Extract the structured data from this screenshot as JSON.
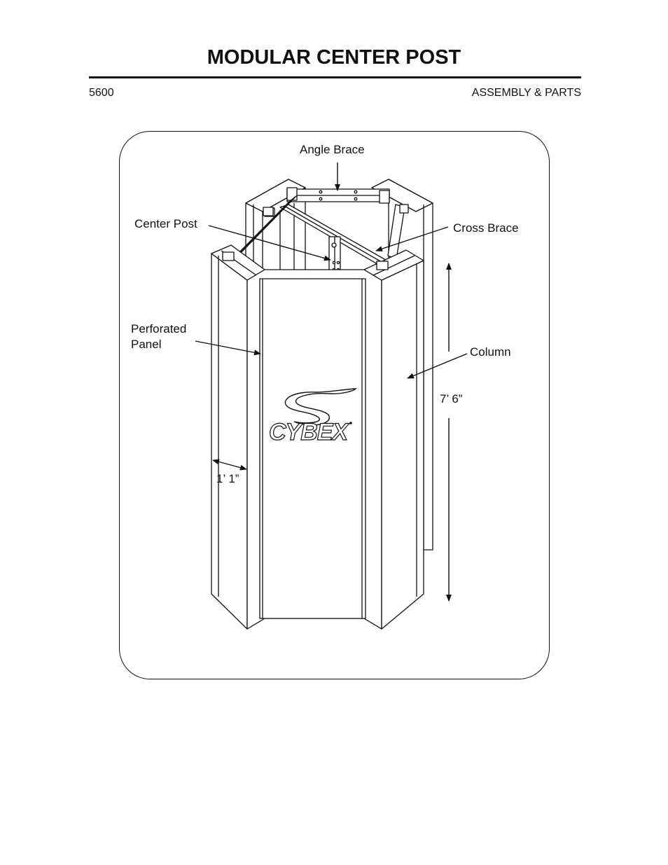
{
  "header": {
    "title": "MODULAR CENTER POST",
    "model_number": "5600",
    "section": "ASSEMBLY & PARTS"
  },
  "diagram": {
    "callouts": {
      "angle_brace": "Angle Brace",
      "center_post": "Center Post",
      "cross_brace": "Cross Brace",
      "perforated_panel_line1": "Perforated",
      "perforated_panel_line2": "Panel",
      "column": "Column"
    },
    "dimensions": {
      "height": "7’ 6”",
      "width": "1’ 1”"
    },
    "logo_text": "CYBEX"
  }
}
